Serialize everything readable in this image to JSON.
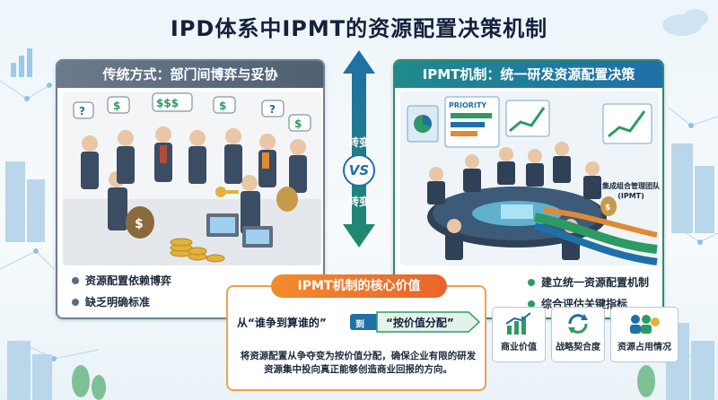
{
  "title": "IPD体系中IPMT的资源配置决策机制",
  "left_panel": {
    "header": "传统方式：部门间博弈与妥协",
    "bullets": [
      "资源配置依赖博弈",
      "缺乏明确标准"
    ]
  },
  "middle": {
    "top_label": "转变",
    "vs": "VS",
    "bottom_label": "转变"
  },
  "right_panel": {
    "header": "IPMT机制：统一研发资源配置决策",
    "screen_label": "PRIORITY",
    "team_label": "集成组合管理团队 (IPMT)",
    "bullets": [
      "建立统一资源配置机制",
      "综合评估关键指标"
    ],
    "metrics": [
      "商业价值",
      "战略契合度",
      "资源占用情况"
    ]
  },
  "core_value": {
    "title": "IPMT机制的核心价值",
    "from": "从“谁争到算谁的”",
    "to_label": "到",
    "to": "“按价值分配”",
    "description": "将资源配置从争夺变为按价值分配，确保企业有限的研发资源集中投向真正能够创造商业回报的方向。"
  },
  "colors": {
    "left_accent": "#5b6b7c",
    "right_accent": "#1f8a8c",
    "core_accent": "#f28b2c",
    "bullet_green": "#2d9a63"
  }
}
